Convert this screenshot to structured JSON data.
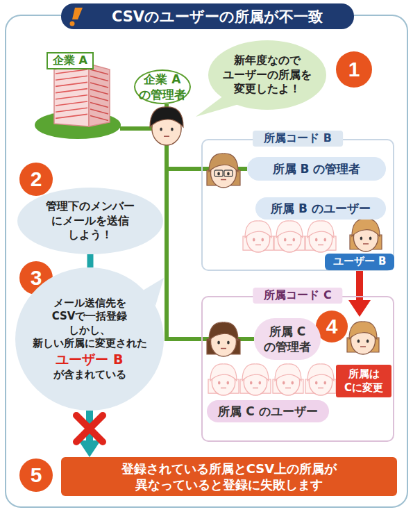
{
  "diagram": {
    "title": "CSVのユーザーの所属が不一致",
    "nodes": [
      {
        "text": [
          "企業 A"
        ]
      },
      {
        "text": [
          "企業 A の管理者"
        ]
      },
      {
        "text": [
          "新年度なので ユーザーの所属を 変更したよ！"
        ]
      },
      {
        "text": [
          "所属コード B"
        ]
      },
      {
        "text": [
          "所属 B の管理者"
        ],
        "in": 3
      },
      {
        "text": [
          "所属 B のユーザー"
        ],
        "in": 3
      },
      {
        "text": [
          "ユーザー B"
        ],
        "in": 3
      },
      {
        "text": [
          "管理下のメンバー にメールを送信 しよう！"
        ]
      },
      {
        "text": [
          "メール送信先を CSVで一括登録 しかし、 新しい所属に変更された",
          "ユーザー B",
          "が含まれている"
        ]
      },
      {
        "text": [
          "所属コード C"
        ]
      },
      {
        "text": [
          "所属 C の管理者"
        ],
        "in": 9
      },
      {
        "text": [
          "所属は Cに変更"
        ],
        "in": 9
      },
      {
        "text": [
          "所属 C のユーザー"
        ],
        "in": 9
      },
      {
        "text": [
          "登録されている所属とCSV上の所属が 異なっていると登録に失敗します"
        ]
      }
    ],
    "edges": [
      {
        "from": 0,
        "to": 1,
        "arrow": "none"
      },
      {
        "from": 1,
        "to": 4,
        "arrow": "none"
      },
      {
        "from": 1,
        "to": 10,
        "arrow": "none"
      },
      {
        "from": 6,
        "to": 11,
        "arrow": "to"
      },
      {
        "from": 7,
        "to": 8,
        "arrow": "none"
      },
      {
        "from": 8,
        "to": 13,
        "arrow": "to"
      }
    ],
    "labels": [
      "1",
      "2",
      "3",
      "4",
      "5"
    ]
  }
}
